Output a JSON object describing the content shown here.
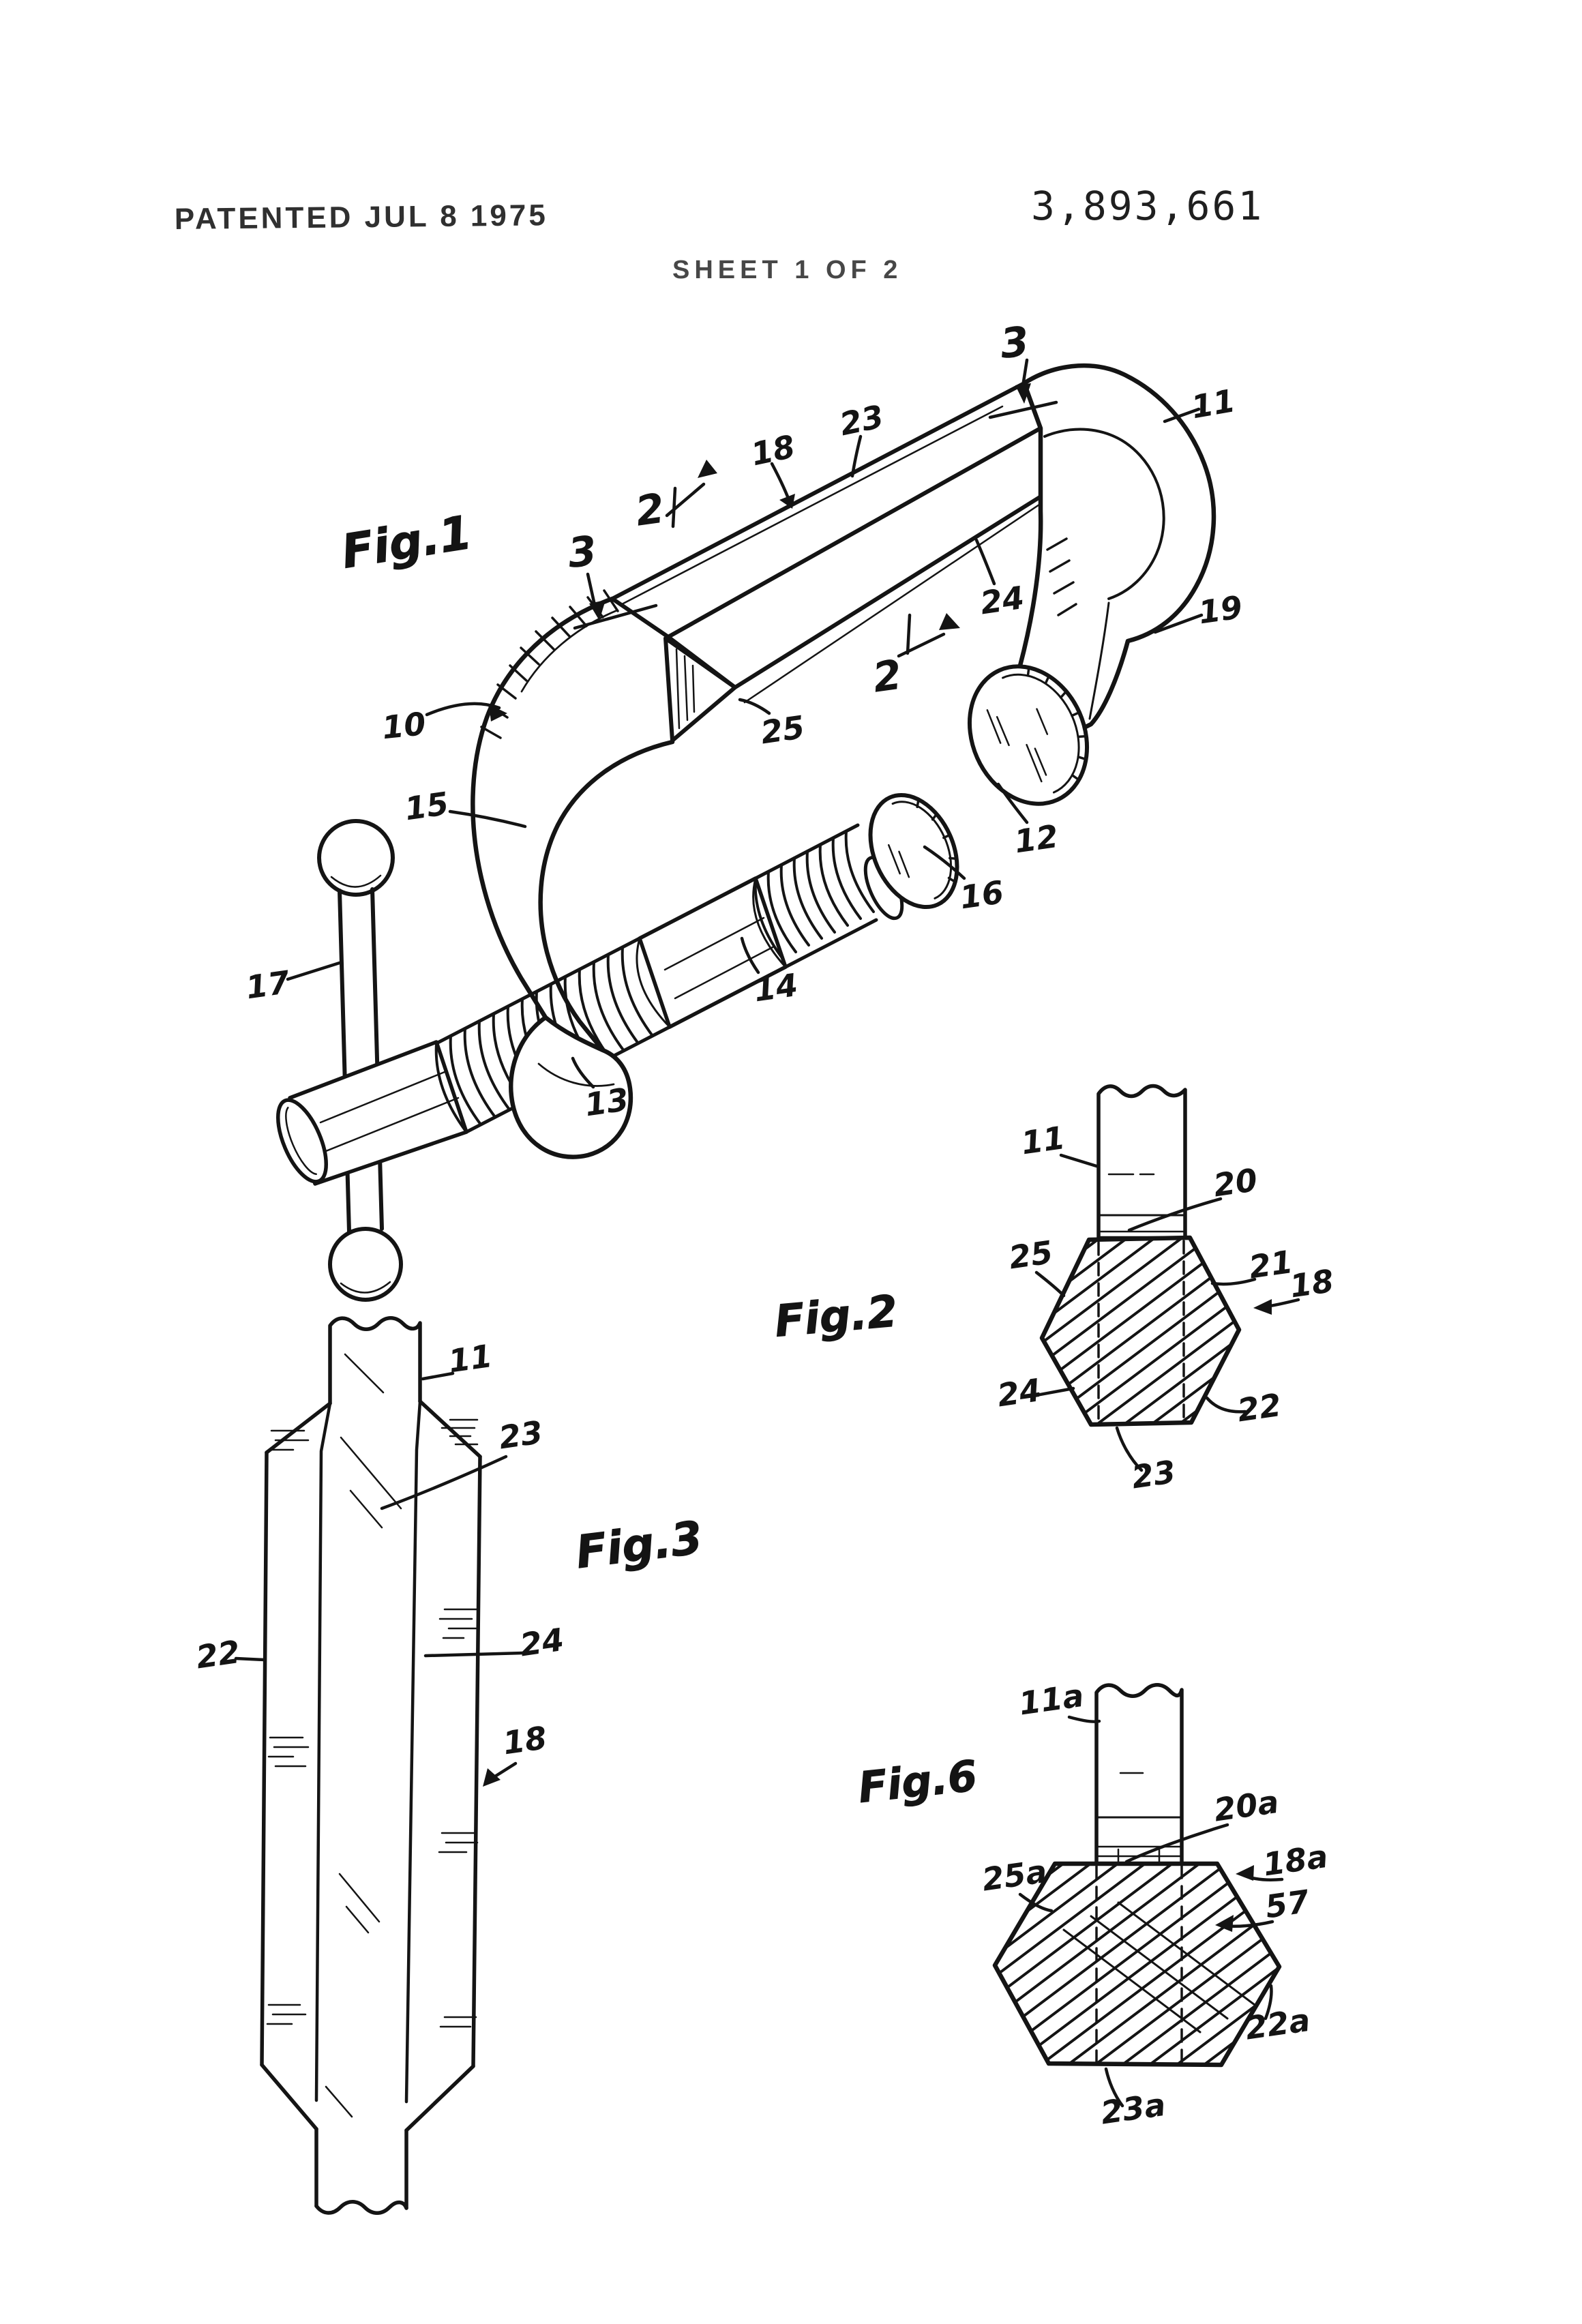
{
  "page": {
    "patented_line": "PATENTED JUL 8 1975",
    "patent_number": "3,893,661",
    "sheet_line": "SHEET 1 OF 2",
    "ink_color": "#141414",
    "paper_color": "#ffffff"
  },
  "figures": {
    "fig1": {
      "title": "Fig.1",
      "description": "perspective view of C-clamp with screw, sliding T-handle and clamped prismatic bar",
      "labels": [
        {
          "text": "3"
        },
        {
          "text": "11"
        },
        {
          "text": "23"
        },
        {
          "text": "18"
        },
        {
          "text": "2"
        },
        {
          "text": "3"
        },
        {
          "text": "19"
        },
        {
          "text": "24"
        },
        {
          "text": "2"
        },
        {
          "text": "25"
        },
        {
          "text": "10"
        },
        {
          "text": "12"
        },
        {
          "text": "16"
        },
        {
          "text": "15"
        },
        {
          "text": "14"
        },
        {
          "text": "17"
        },
        {
          "text": "13"
        }
      ]
    },
    "fig2": {
      "title": "Fig.2",
      "description": "sectional view of hexagonal anvil and shank",
      "labels": [
        {
          "text": "11"
        },
        {
          "text": "20"
        },
        {
          "text": "25"
        },
        {
          "text": "21"
        },
        {
          "text": "18"
        },
        {
          "text": "24"
        },
        {
          "text": "22"
        },
        {
          "text": "23"
        }
      ]
    },
    "fig3": {
      "title": "Fig.3",
      "description": "elevation of beveled bar",
      "labels": [
        {
          "text": "11"
        },
        {
          "text": "23"
        },
        {
          "text": "22"
        },
        {
          "text": "24"
        },
        {
          "text": "18"
        }
      ]
    },
    "fig6": {
      "title": "Fig.6",
      "description": "sectional view of modified hexagonal anvil",
      "labels": [
        {
          "text": "11a"
        },
        {
          "text": "20a"
        },
        {
          "text": "25a"
        },
        {
          "text": "18a"
        },
        {
          "text": "57"
        },
        {
          "text": "22a"
        },
        {
          "text": "23a"
        }
      ]
    }
  }
}
